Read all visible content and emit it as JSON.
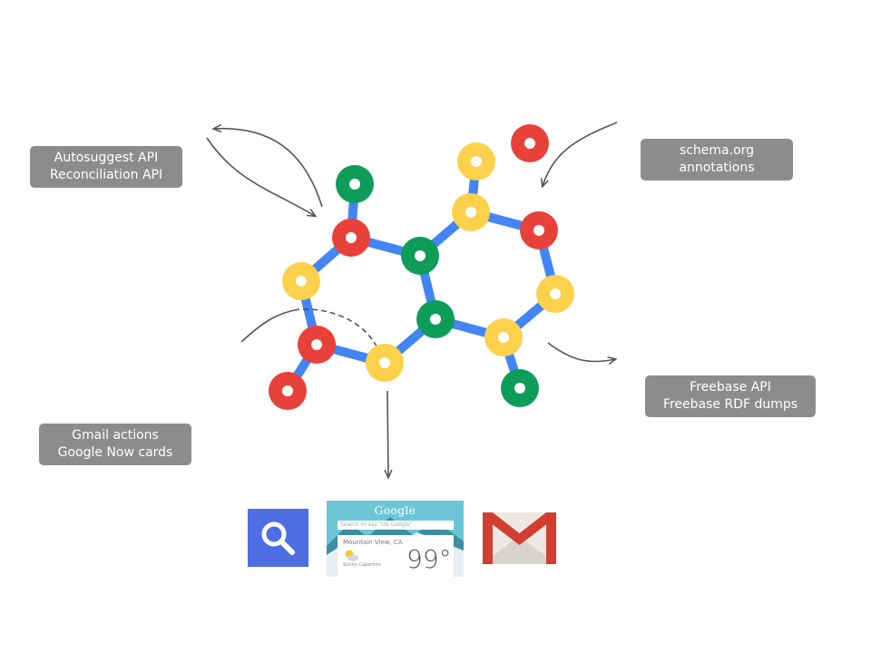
{
  "labels": {
    "autosuggest": {
      "line1": "Autosuggest API",
      "line2": "Reconciliation API"
    },
    "schema": {
      "line1": "schema.org",
      "line2": "annotations"
    },
    "freebase": {
      "line1": "Freebase API",
      "line2": "Freebase RDF dumps"
    },
    "gmail": {
      "line1": "Gmail actions",
      "line2": "Google Now cards"
    }
  },
  "colors": {
    "blue": "#4285f4",
    "red": "#e8413a",
    "green": "#0e9d58",
    "yellow": "#fdd14b",
    "label_bg": "#8c8c8c",
    "arrow": "#555555"
  },
  "icons": {
    "search": "search-icon",
    "google_now": "google-now-card-icon",
    "gmail": "gmail-icon"
  },
  "google_now_card": {
    "brand": "Google",
    "search_hint": "Search or say \"Ok Google\"",
    "location": "Mountain View, CA",
    "temperature": "99°",
    "description": "Sunny\nCupertino"
  }
}
